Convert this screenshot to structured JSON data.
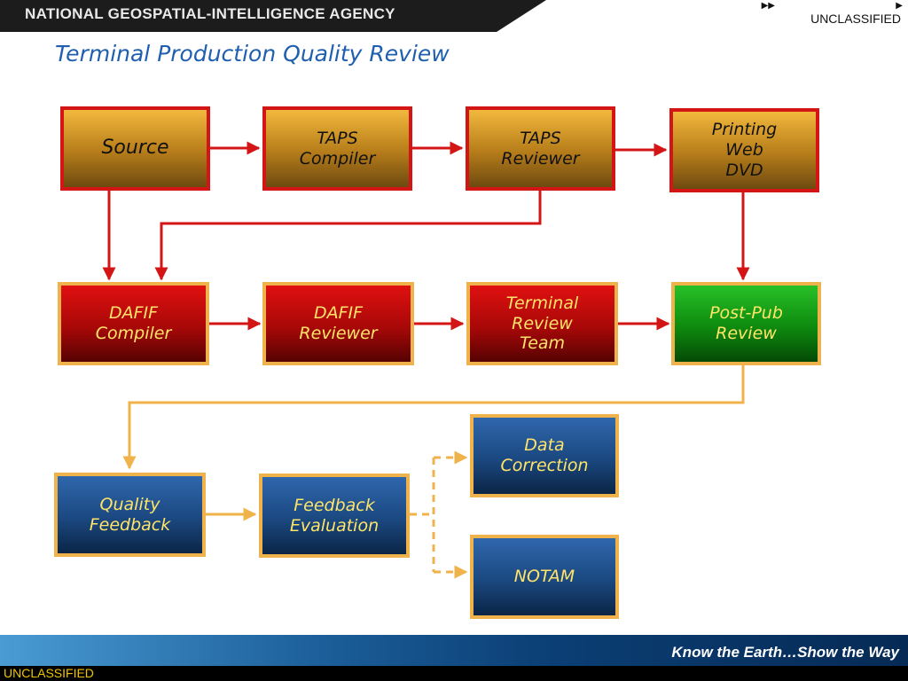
{
  "header": {
    "agency": "NATIONAL GEOSPATIAL-INTELLIGENCE AGENCY",
    "classification": "UNCLASSIFIED"
  },
  "title": "Terminal Production Quality Review",
  "boxes": {
    "source": "Source",
    "taps_compiler": "TAPS\nCompiler",
    "taps_reviewer": "TAPS\nReviewer",
    "printing": "Printing\nWeb\nDVD",
    "dafif_compiler": "DAFIF\nCompiler",
    "dafif_reviewer": "DAFIF\nReviewer",
    "terminal_review_team": "Terminal\nReview\nTeam",
    "post_pub_review": "Post-Pub\nReview",
    "quality_feedback": "Quality\nFeedback",
    "feedback_evaluation": "Feedback\nEvaluation",
    "data_correction": "Data\nCorrection",
    "notam": "NOTAM"
  },
  "colors": {
    "red_line": "#d41515",
    "gold_line": "#f0b24a",
    "title": "#1f5fb0"
  },
  "footer": {
    "tagline": "Know the Earth…Show the Way",
    "classification": "UNCLASSIFIED"
  }
}
